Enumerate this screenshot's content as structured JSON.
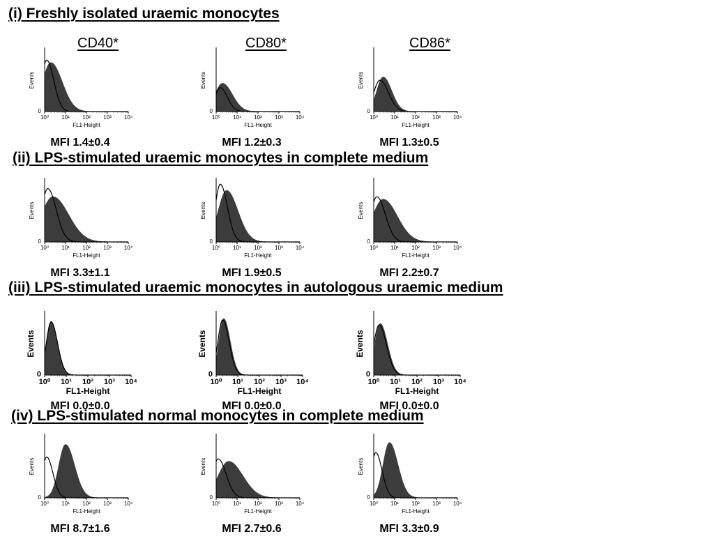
{
  "headings": {
    "s1": "(i) Freshly isolated uraemic monocytes",
    "s2": "(ii) LPS-stimulated uraemic monocytes in complete medium",
    "s3": "(iii) LPS-stimulated uraemic monocytes in autologous uraemic medium",
    "s4": "(iv) LPS-stimulated normal monocytes in complete medium"
  },
  "columns": {
    "c1": "CD40*",
    "c2": "CD80*",
    "c3": "CD86*"
  },
  "colors": {
    "filled": "#3c3c3c",
    "outline": "#000000",
    "axis": "#000000"
  },
  "chart_data": [
    {
      "type": "area",
      "section": "(i)",
      "marker": "CD40*",
      "xlabel": "FL1-Height",
      "ylabel": "Events",
      "x_scale": "log",
      "xlim": [
        1,
        10000
      ],
      "ytick": "0",
      "xticks": [
        "10⁰",
        "10¹",
        "10²",
        "10³",
        "10⁴"
      ],
      "mfi": "MFI 1.4±0.4",
      "filled": {
        "peak_log": 0.3,
        "spread": 0.4,
        "height": 0.78
      },
      "open": {
        "peak_log": 0.1,
        "spread": 0.25,
        "height": 0.82
      }
    },
    {
      "type": "area",
      "section": "(i)",
      "marker": "CD80*",
      "xlabel": "FL1-Height",
      "ylabel": "Events",
      "x_scale": "log",
      "xlim": [
        1,
        10000
      ],
      "ytick": "0",
      "xticks": [
        "10⁰",
        "10¹",
        "10²",
        "10³",
        "10⁴"
      ],
      "mfi": "MFI 1.2±0.3",
      "filled": {
        "peak_log": 0.3,
        "spread": 0.35,
        "height": 0.45
      },
      "open": {
        "peak_log": 0.2,
        "spread": 0.25,
        "height": 0.38
      }
    },
    {
      "type": "area",
      "section": "(i)",
      "marker": "CD86*",
      "xlabel": "FL1-Height",
      "ylabel": "Events",
      "x_scale": "log",
      "xlim": [
        1,
        10000
      ],
      "ytick": "0",
      "xticks": [
        "10⁰",
        "10¹",
        "10²",
        "10³",
        "10⁴"
      ],
      "mfi": "MFI 1.3±0.5",
      "filled": {
        "peak_log": 0.45,
        "spread": 0.3,
        "height": 0.55
      },
      "open": {
        "peak_log": 0.3,
        "spread": 0.3,
        "height": 0.5
      }
    },
    {
      "type": "area",
      "section": "(ii)",
      "marker": "CD40*",
      "xlabel": "FL1-Height",
      "ylabel": "Events",
      "x_scale": "log",
      "xlim": [
        1,
        10000
      ],
      "ytick": "0",
      "xticks": [
        "10⁰",
        "10¹",
        "10²",
        "10³",
        "10⁴"
      ],
      "mfi": "MFI 3.3±1.1",
      "filled": {
        "peak_log": 0.4,
        "spread": 0.55,
        "height": 0.72
      },
      "open": {
        "peak_log": 0.15,
        "spread": 0.3,
        "height": 0.85
      }
    },
    {
      "type": "area",
      "section": "(ii)",
      "marker": "CD80*",
      "xlabel": "FL1-Height",
      "ylabel": "Events",
      "x_scale": "log",
      "xlim": [
        1,
        10000
      ],
      "ytick": "0",
      "xticks": [
        "10⁰",
        "10¹",
        "10²",
        "10³",
        "10⁴"
      ],
      "mfi": "MFI 1.9±0.5",
      "filled": {
        "peak_log": 0.5,
        "spread": 0.4,
        "height": 0.82
      },
      "open": {
        "peak_log": 0.2,
        "spread": 0.25,
        "height": 0.92
      }
    },
    {
      "type": "area",
      "section": "(ii)",
      "marker": "CD86*",
      "xlabel": "FL1-Height",
      "ylabel": "Events",
      "x_scale": "log",
      "xlim": [
        1,
        10000
      ],
      "ytick": "0",
      "xticks": [
        "10⁰",
        "10¹",
        "10²",
        "10³",
        "10⁴"
      ],
      "mfi": "MFI 2.2±0.7",
      "filled": {
        "peak_log": 0.45,
        "spread": 0.5,
        "height": 0.68
      },
      "open": {
        "peak_log": 0.15,
        "spread": 0.3,
        "height": 0.72
      }
    },
    {
      "type": "area",
      "section": "(iii)",
      "marker": "CD40*",
      "xlabel": "FL1-Height",
      "ylabel": "Events",
      "x_scale": "log",
      "xlim": [
        1,
        10000
      ],
      "ytick": "0",
      "xticks": [
        "10⁰",
        "10¹",
        "10²",
        "10³",
        "10⁴"
      ],
      "mfi": "MFI 0.0±0.0",
      "filled": {
        "peak_log": 0.3,
        "spread": 0.22,
        "height": 0.85
      },
      "open": {
        "peak_log": 0.3,
        "spread": 0.22,
        "height": 0.85
      }
    },
    {
      "type": "area",
      "section": "(iii)",
      "marker": "CD80*",
      "xlabel": "FL1-Height",
      "ylabel": "Events",
      "x_scale": "log",
      "xlim": [
        1,
        10000
      ],
      "ytick": "0",
      "xticks": [
        "10⁰",
        "10¹",
        "10²",
        "10³",
        "10⁴"
      ],
      "mfi": "MFI 0.0±0.0",
      "filled": {
        "peak_log": 0.35,
        "spread": 0.22,
        "height": 0.9
      },
      "open": {
        "peak_log": 0.3,
        "spread": 0.22,
        "height": 0.88
      }
    },
    {
      "type": "area",
      "section": "(iii)",
      "marker": "CD86*",
      "xlabel": "FL1-Height",
      "ylabel": "Events",
      "x_scale": "log",
      "xlim": [
        1,
        10000
      ],
      "ytick": "0",
      "xticks": [
        "10⁰",
        "10¹",
        "10²",
        "10³",
        "10⁴"
      ],
      "mfi": "MFI 0.0±0.0",
      "filled": {
        "peak_log": 0.3,
        "spread": 0.25,
        "height": 0.82
      },
      "open": {
        "peak_log": 0.25,
        "spread": 0.25,
        "height": 0.8
      }
    },
    {
      "type": "area",
      "section": "(iv)",
      "marker": "CD40*",
      "xlabel": "FL1-Height",
      "ylabel": "Events",
      "x_scale": "log",
      "xlim": [
        1,
        10000
      ],
      "ytick": "0",
      "xticks": [
        "10⁰",
        "10¹",
        "10²",
        "10³",
        "10⁴"
      ],
      "mfi": "MFI 8.7±1.6",
      "filled": {
        "peak_log": 1.0,
        "spread": 0.32,
        "height": 0.85
      },
      "open": {
        "peak_log": 0.1,
        "spread": 0.22,
        "height": 0.65
      }
    },
    {
      "type": "area",
      "section": "(iv)",
      "marker": "CD80*",
      "xlabel": "FL1-Height",
      "ylabel": "Events",
      "x_scale": "log",
      "xlim": [
        1,
        10000
      ],
      "ytick": "0",
      "xticks": [
        "10⁰",
        "10¹",
        "10²",
        "10³",
        "10⁴"
      ],
      "mfi": "MFI 2.7±0.6",
      "filled": {
        "peak_log": 0.6,
        "spread": 0.5,
        "height": 0.58
      },
      "open": {
        "peak_log": 0.1,
        "spread": 0.28,
        "height": 0.62
      }
    },
    {
      "type": "area",
      "section": "(iv)",
      "marker": "CD86*",
      "xlabel": "FL1-Height",
      "ylabel": "Events",
      "x_scale": "log",
      "xlim": [
        1,
        10000
      ],
      "ytick": "0",
      "xticks": [
        "10⁰",
        "10¹",
        "10²",
        "10³",
        "10⁴"
      ],
      "mfi": "MFI 3.3±0.9",
      "filled": {
        "peak_log": 0.75,
        "spread": 0.3,
        "height": 0.88
      },
      "open": {
        "peak_log": 0.1,
        "spread": 0.22,
        "height": 0.72
      }
    }
  ]
}
